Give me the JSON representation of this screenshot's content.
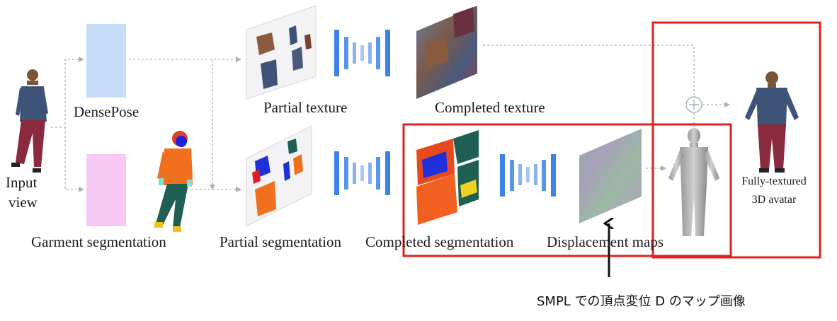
{
  "labels": {
    "input_view_line1": "Input",
    "input_view_line2": "view",
    "densepose": "DensePose",
    "garment_segmentation": "Garment segmentation",
    "partial_texture": "Partial texture",
    "completed_texture": "Completed texture",
    "partial_segmentation": "Partial segmentation",
    "completed_segmentation": "Completed segmentation",
    "displacement_maps": "Displacement maps",
    "avatar_line1": "Fully-textured",
    "avatar_line2": "3D avatar"
  },
  "annotation": {
    "note": "SMPL での頂点変位 D のマップ画像"
  },
  "colors": {
    "densepose_box": "#c7def8",
    "garment_box": "#f6c9f4",
    "network_blue": "#3c82e8",
    "highlight_red": "#e02020",
    "arrow_gray": "#a9b0c3"
  }
}
